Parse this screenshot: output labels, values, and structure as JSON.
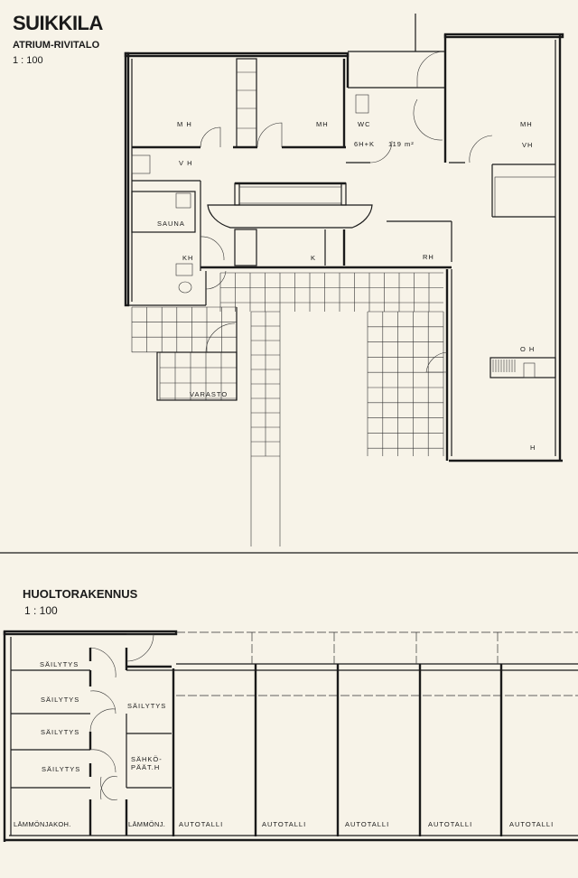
{
  "header": {
    "title": "SUIKKILA",
    "subtitle": "ATRIUM-RIVITALO",
    "scale": "1 : 100"
  },
  "house_plan": {
    "rooms": {
      "mh1": "M H",
      "mh2": "MH",
      "mh3": "MH",
      "wc": "WC",
      "vh1": "V H",
      "vh2": "VH",
      "sauna": "SAUNA",
      "kh": "KH",
      "k": "K",
      "rh": "RH",
      "oh": "O H",
      "h": "H",
      "varasto": "VARASTO"
    },
    "size_label": "6H+K",
    "area_label": "119 m²"
  },
  "service_building": {
    "title": "HUOLTORAKENNUS",
    "scale": "1 : 100",
    "rooms": {
      "storage": [
        "SÄILYTYS",
        "SÄILYTYS",
        "SÄILYTYS",
        "SÄILYTYS"
      ],
      "storage_right": "SÄILYTYS",
      "electric": [
        "SÄHKÖ-",
        "PÄÄT.H"
      ],
      "heat_dist": "LÄMMÖNJAKOH.",
      "heat_short": "LÄMMÖNJ.",
      "garages": [
        "AUTOTALLI",
        "AUTOTALLI",
        "AUTOTALLI",
        "AUTOTALLI",
        "AUTOTALLI"
      ]
    }
  }
}
